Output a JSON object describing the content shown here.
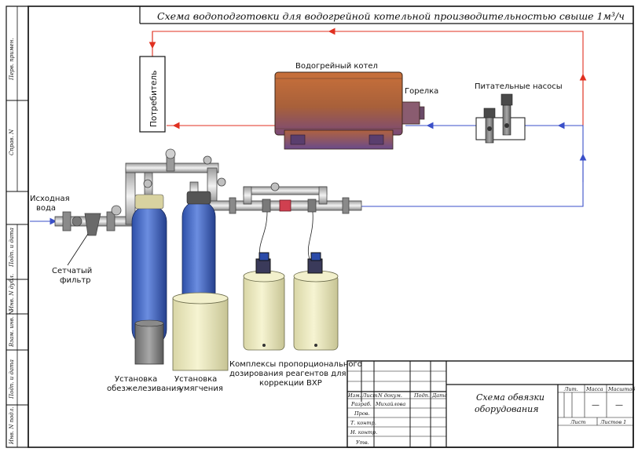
{
  "title": "Схема водоподготовки для водогрейной котельной производительностью свыше 1м³/ч",
  "labels": {
    "consumer": "Потребитель",
    "boiler": "Водогрейный котел",
    "burner": "Горелка",
    "pumps": "Питательные насосы",
    "source_water_1": "Исходная",
    "source_water_2": "вода",
    "filter_1": "Сетчатый",
    "filter_2": "фильтр",
    "deiron_1": "Установка",
    "deiron_2": "обезжелезивания",
    "soften_1": "Установка",
    "soften_2": "умягчения",
    "dosing_1": "Комплексы пропорционального",
    "dosing_2": "дозирования реагентов для",
    "dosing_3": "коррекции ВХР"
  },
  "side_stamp": [
    "Перв. примен.",
    "Справ. N",
    "Подп. и дата",
    "Инв. N дубл.",
    "Взам. инв. N",
    "Подп. и дата",
    "Инв. N подл."
  ],
  "title_block": {
    "headers": [
      "Изм.",
      "Лист",
      "N докум.",
      "Подп.",
      "Дата"
    ],
    "roles": [
      "Разраб.",
      "Пров.",
      "Т. контр.",
      "",
      "Н. контр.",
      "Утв."
    ],
    "developer": "Михайлова",
    "doc_name_1": "Схема обвязки",
    "doc_name_2": "оборудования",
    "lit": "Лит.",
    "mass": "Масса",
    "scale": "Масштаб",
    "dash1": "—",
    "dash2": "—",
    "sheet": "Лист",
    "sheets": "Листов  1"
  },
  "colors": {
    "hot_line": "#e03020",
    "cold_line": "#3a4fc8",
    "frame": "#111111"
  }
}
